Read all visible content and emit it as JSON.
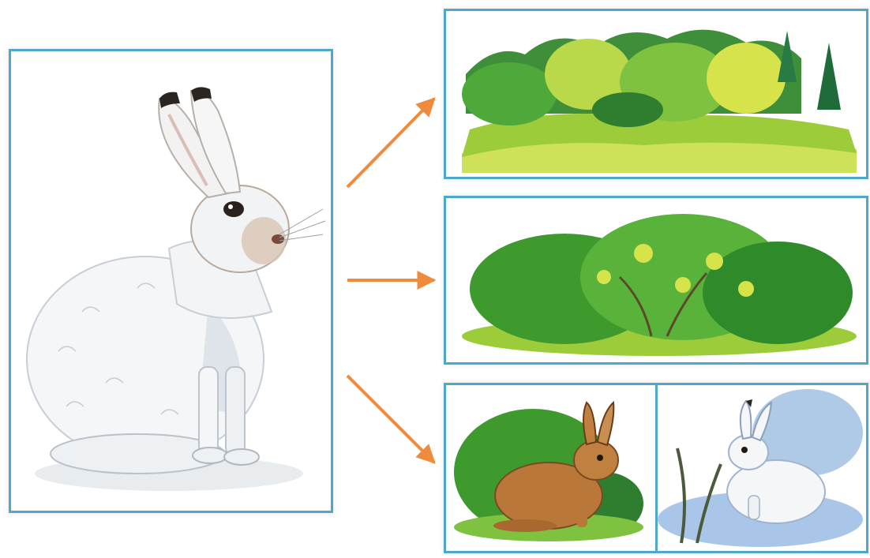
{
  "colors": {
    "frame": "#4fa8c9",
    "arrow": "#f08a3c",
    "white_hare_fur": "#f4f6f8",
    "brown_hare_fur": "#b9773a",
    "foliage": "#3f9a2e",
    "light_foliage": "#d6e34a",
    "snow_shadow": "#7aa6d6"
  },
  "illustrations": {
    "main": "white-hare",
    "targets": [
      "meadow-forest-edge",
      "green-shrub",
      "brown-hare-summer",
      "white-hare-winter"
    ]
  },
  "arrows": [
    "to-meadow",
    "to-bush",
    "to-seasons"
  ]
}
